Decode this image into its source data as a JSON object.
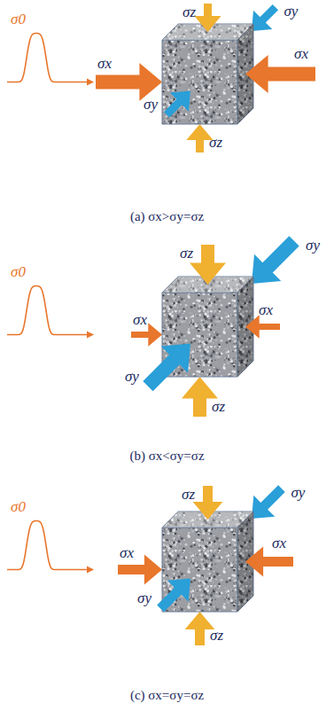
{
  "diagram": {
    "labels": [
      "σ0",
      "σz",
      "σy",
      "σx",
      "σx",
      "σy",
      "σz",
      "(a) σx>σy=σz",
      "σ0",
      "σz",
      "σy",
      "σx",
      "σx",
      "σy",
      "σz",
      "(b) σx<σy=σz",
      "σ0",
      "σz",
      "σy",
      "σx",
      "σx",
      "σy",
      "σz",
      "(c) σx=σy=σz"
    ]
  }
}
